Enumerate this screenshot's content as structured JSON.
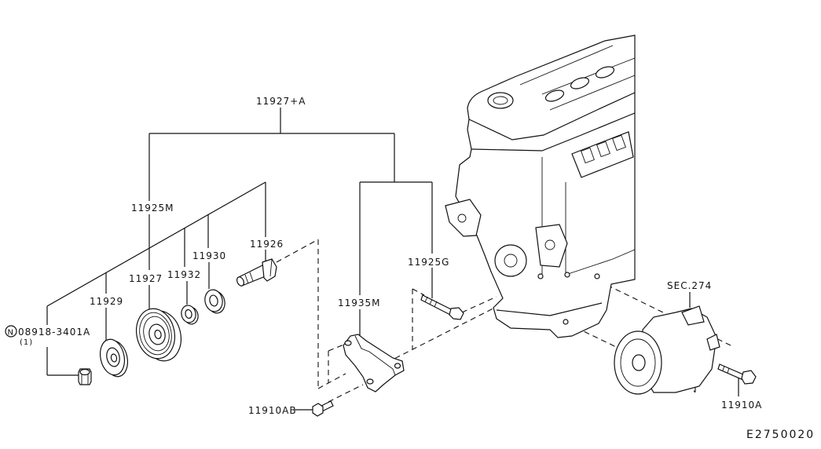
{
  "diagram": {
    "labels": {
      "assembly": "11927+A",
      "pulley_assy": "11925M",
      "bolt_11926": "11926",
      "washer_11930": "11930",
      "washer_11932": "11932",
      "pulley_11927": "11927",
      "plate_11929": "11929",
      "nut_prefix": "N",
      "nut_part": "08918-3401A",
      "nut_qty": "(1)",
      "bolt_11925g": "11925G",
      "bracket_11935m": "11935M",
      "section_ref": "SEC.274",
      "bolt_11910ab": "11910AB",
      "bolt_11910a": "11910A",
      "figure_id": "E2750020"
    }
  }
}
